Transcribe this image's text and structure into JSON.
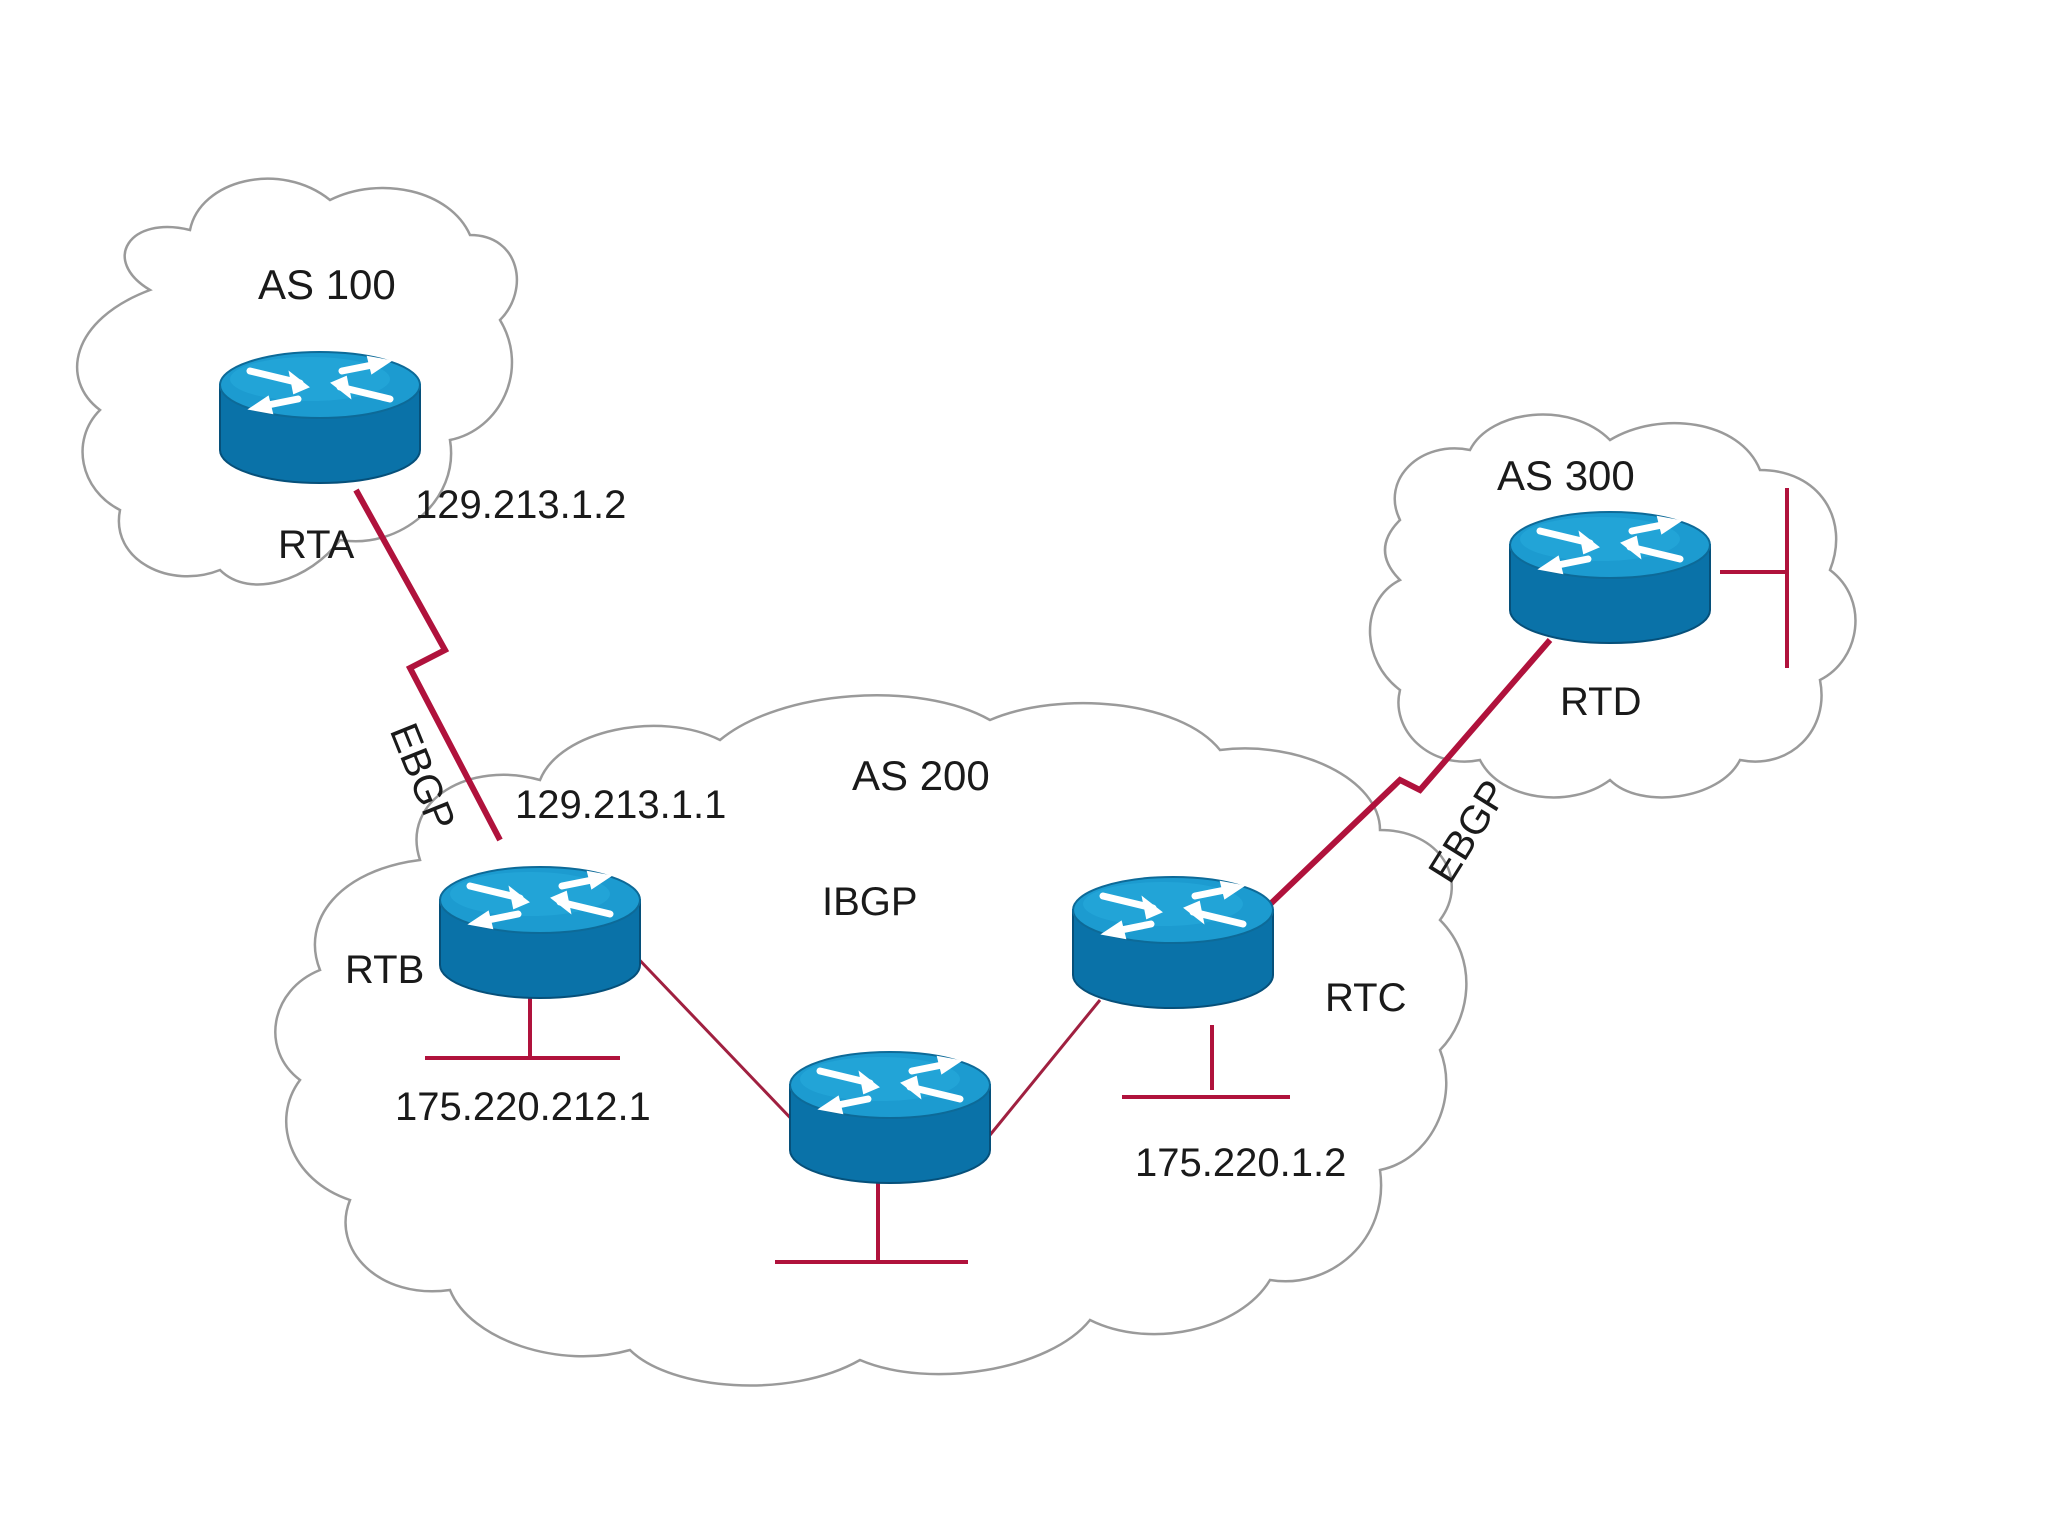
{
  "autonomous_systems": [
    {
      "id": "as100",
      "label": "AS 100"
    },
    {
      "id": "as200",
      "label": "AS 200"
    },
    {
      "id": "as300",
      "label": "AS 300"
    }
  ],
  "routers": [
    {
      "id": "rta",
      "label": "RTA"
    },
    {
      "id": "rtb",
      "label": "RTB"
    },
    {
      "id": "rtc",
      "label": "RTC"
    },
    {
      "id": "rtd",
      "label": "RTD"
    },
    {
      "id": "mid",
      "label": ""
    }
  ],
  "links": {
    "ebgp_left": "EBGP",
    "ebgp_right": "EBGP",
    "ibgp": "IBGP"
  },
  "addresses": {
    "rta_serial": "129.213.1.2",
    "rtb_serial": "129.213.1.1",
    "rtb_lan": "175.220.212.1",
    "rtc_lan": "175.220.1.2"
  },
  "colors": {
    "router_top": "#1c9bd0",
    "router_body": "#0a72a8",
    "link": "#b0123c",
    "cloud_stroke": "#9a9a9a"
  }
}
